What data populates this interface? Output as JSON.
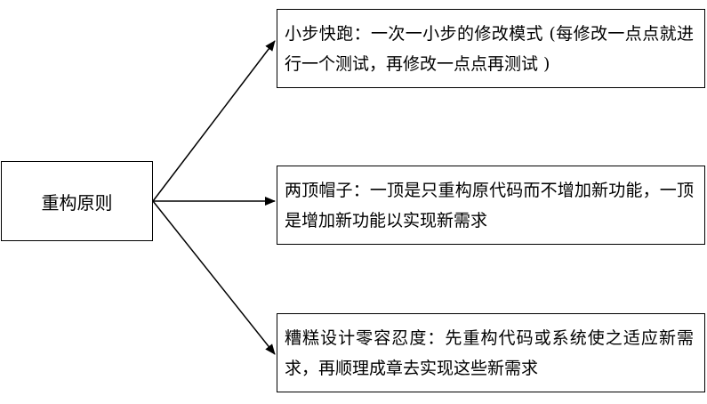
{
  "root": {
    "label": "重构原则"
  },
  "branches": [
    {
      "text": "小步快跑：一次一小步的修改模式 (每修改一点点就进行一个测试，再修改一点点再测试 )"
    },
    {
      "text": "两顶帽子：一顶是只重构原代码而不增加新功能，一顶是增加新功能以实现新需求"
    },
    {
      "text": "糟糕设计零容忍度：先重构代码或系统使之适应新需求，再顺理成章去实现这些新需求"
    }
  ],
  "colors": {
    "line": "#000000",
    "background": "#ffffff"
  }
}
